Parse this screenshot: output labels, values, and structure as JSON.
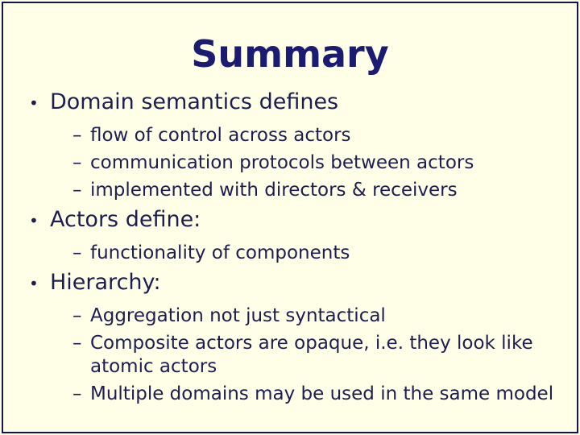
{
  "slide": {
    "title": "Summary",
    "bullet_char": "•",
    "dash_char": "–",
    "colors": {
      "background": "#ffffe8",
      "title_text": "#1b1b72",
      "body_text": "#1d1d52",
      "border": "#13134e"
    },
    "bullets": [
      {
        "label": "Domain semantics defines",
        "sub": [
          "flow of control across actors",
          "communication protocols between actors",
          "implemented with directors & receivers"
        ]
      },
      {
        "label": "Actors define:",
        "sub": [
          "functionality of components"
        ]
      },
      {
        "label": "Hierarchy:",
        "sub": [
          "Aggregation not just syntactical",
          "Composite actors are opaque, i.e. they look like atomic actors",
          "Multiple domains may be used in the same model"
        ]
      }
    ]
  }
}
